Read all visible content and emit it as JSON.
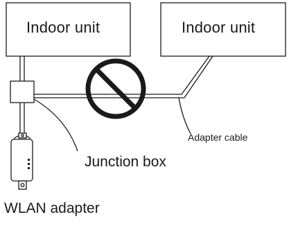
{
  "indoor_unit_left": {
    "label": "Indoor unit"
  },
  "indoor_unit_right": {
    "label": "Indoor unit"
  },
  "callouts": {
    "junction_box": "Junction box",
    "adapter_cable": "Adapter cable",
    "wlan_adapter": "WLAN adapter"
  },
  "prohibition_symbol": {
    "icon": "prohibited-icon",
    "color": "#1a1a1a"
  }
}
